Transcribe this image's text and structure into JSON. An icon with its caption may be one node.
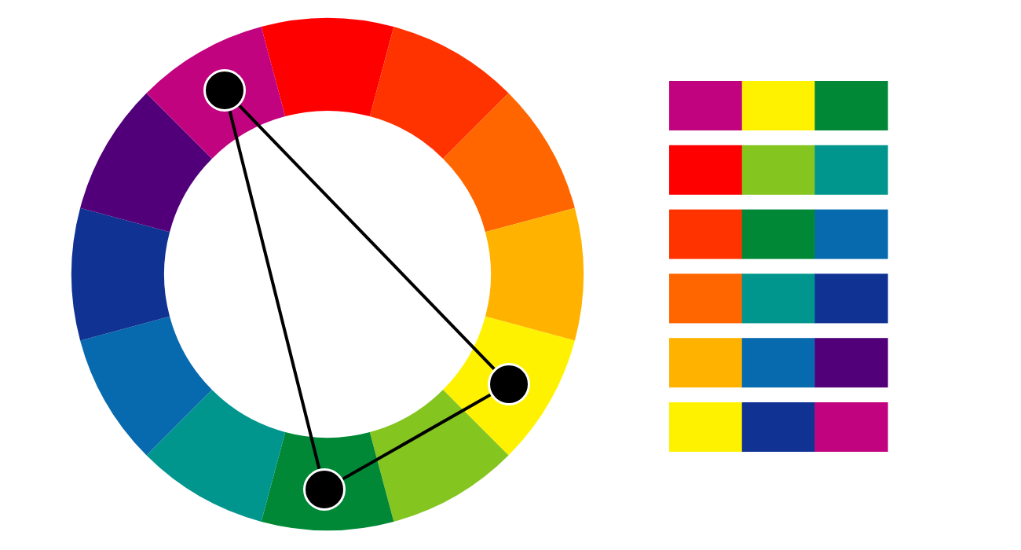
{
  "diagram": {
    "nodes": [
      {
        "text": [],
        "shape": "circle"
      },
      {
        "text": [],
        "shape": "circle"
      },
      {
        "text": [],
        "shape": "circle"
      }
    ],
    "edges": [
      {
        "from": 0,
        "to": 1,
        "arrow": "none"
      },
      {
        "from": 0,
        "to": 2,
        "arrow": "none"
      },
      {
        "from": 2,
        "to": 1,
        "arrow": "none"
      }
    ]
  }
}
